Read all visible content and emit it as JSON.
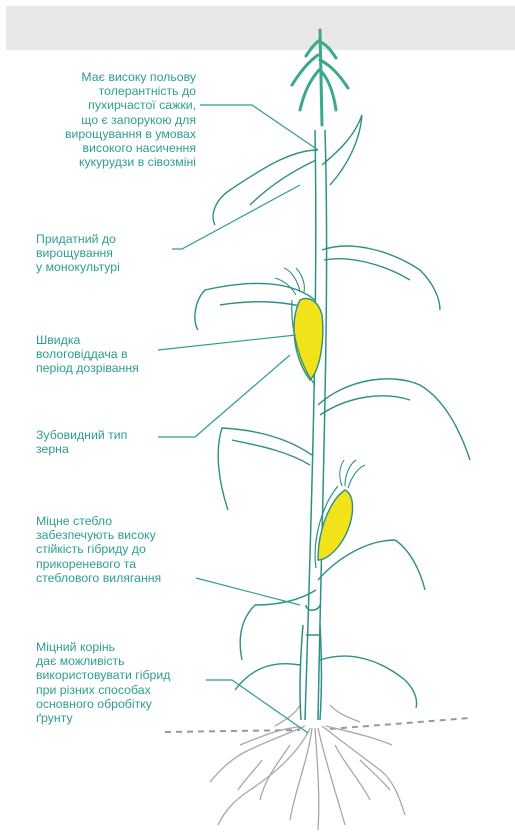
{
  "annotations": [
    {
      "id": "smut-tolerance",
      "text": "Має високу польову\nтолерантність до\nпухирчастої сажки,\nщо є запорукою для\nвирощування в умовах\nвисокого насичення\nкукурудзи в сівозміні"
    },
    {
      "id": "monoculture",
      "text": "Придатний до\nвирощування\nу монокультурі"
    },
    {
      "id": "moisture-release",
      "text": "Швидка\nвологовіддача в\nперіод дозрівання"
    },
    {
      "id": "kernel-type",
      "text": "Зубовидний тип\nзерна"
    },
    {
      "id": "strong-stem",
      "text": "Міцне стебло\nзабезпечують високу\nстійкість гібриду до\nприкореневого та\nстеблового вилягання"
    },
    {
      "id": "strong-root",
      "text": "Міцний корінь\nдає можливість\nвикористовувати гібрид\nпри різних способах\nосновного обробітку\nґрунту"
    }
  ],
  "colors": {
    "accent": "#2c9e90",
    "plant_stroke": "#2f8f86",
    "tassel": "#3aa88e",
    "cob": "#f2e21a",
    "roots": "#a8a8a8",
    "soil_line": "#999999",
    "top_bar": "#e8e8e8"
  }
}
